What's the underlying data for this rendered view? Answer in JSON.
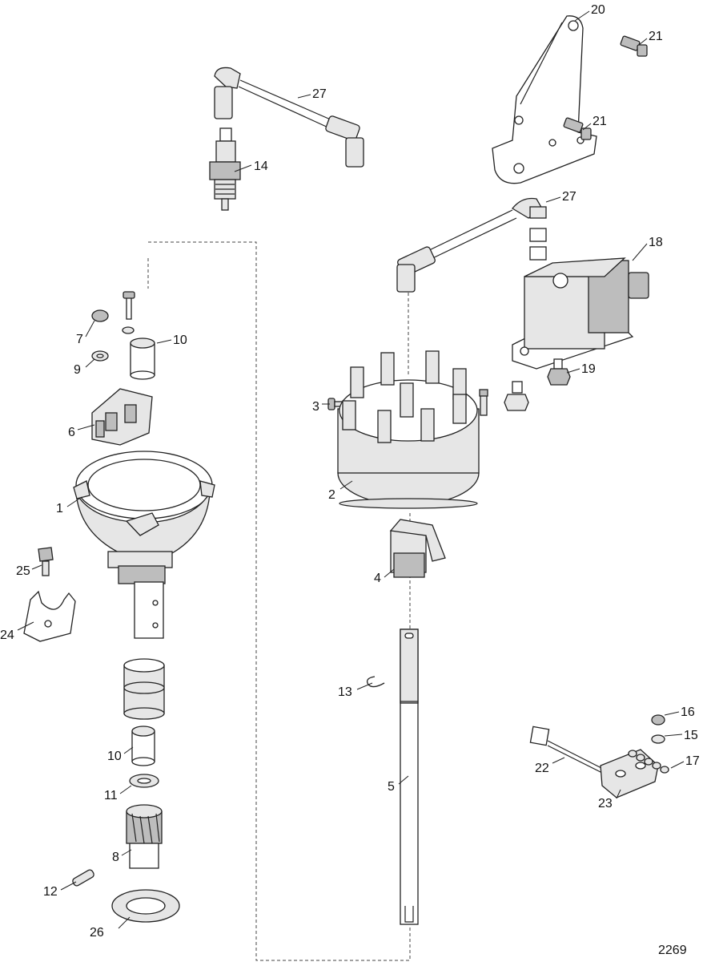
{
  "figure_number": "2269",
  "callouts": {
    "c1": "1",
    "c2": "2",
    "c3": "3",
    "c4": "4",
    "c5": "5",
    "c6": "6",
    "c7": "7",
    "c8": "8",
    "c9": "9",
    "c10a": "10",
    "c10b": "10",
    "c11": "11",
    "c12": "12",
    "c13": "13",
    "c14": "14",
    "c15": "15",
    "c16": "16",
    "c17": "17",
    "c18": "18",
    "c19": "19",
    "c20": "20",
    "c21a": "21",
    "c21b": "21",
    "c22": "22",
    "c23": "23",
    "c24": "24",
    "c25": "25",
    "c26": "26",
    "c27a": "27",
    "c27b": "27"
  }
}
